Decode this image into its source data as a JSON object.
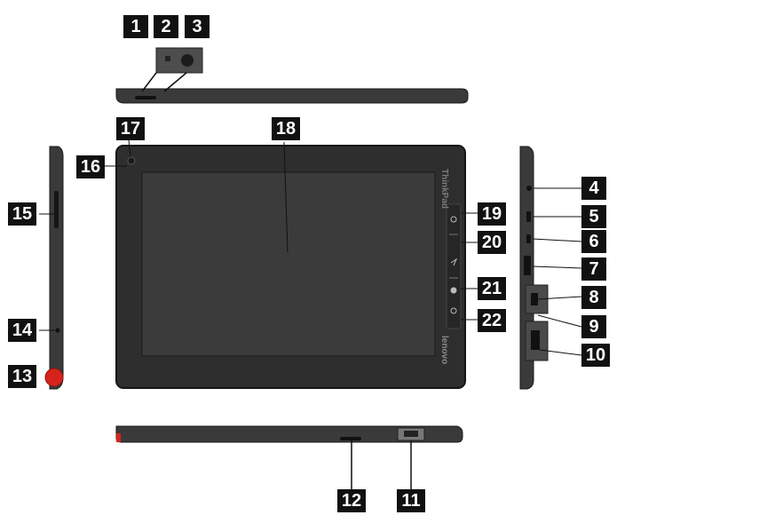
{
  "diagram": {
    "device_brand_top": "ThinkPad",
    "device_brand_bottom": "lenovo",
    "callouts": {
      "c1": "1",
      "c2": "2",
      "c3": "3",
      "c4": "4",
      "c5": "5",
      "c6": "6",
      "c7": "7",
      "c8": "8",
      "c9": "9",
      "c10": "10",
      "c11": "11",
      "c12": "12",
      "c13": "13",
      "c14": "14",
      "c15": "15",
      "c16": "16",
      "c17": "17",
      "c18": "18",
      "c19": "19",
      "c20": "20",
      "c21": "21",
      "c22": "22"
    }
  },
  "colors": {
    "body_dark": "#2b2b2b",
    "body_mid": "#4a4a4a",
    "screen": "#3a3a3a",
    "trackpoint_red": "#d6241c",
    "callout_bg": "#111111"
  }
}
